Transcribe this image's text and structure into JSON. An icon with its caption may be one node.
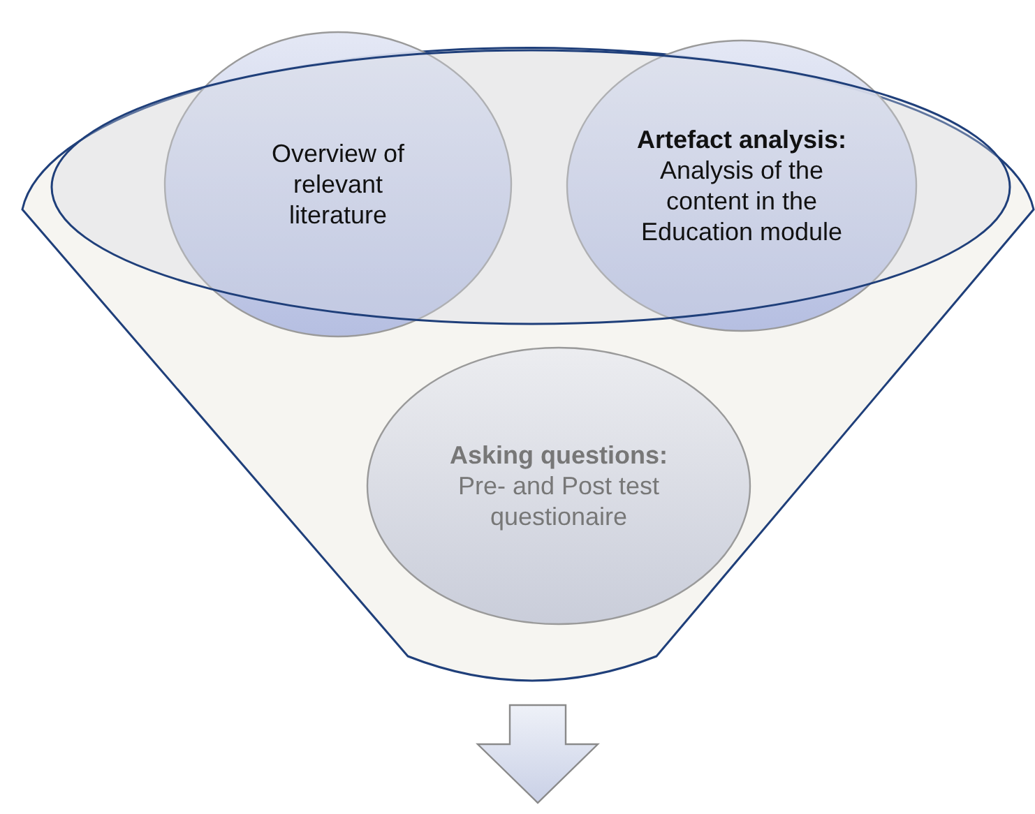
{
  "diagram": {
    "nodes": [
      {
        "text": [],
        "shape": "funnel"
      },
      {
        "text": [
          "Overview of relevant literature"
        ],
        "in": 0
      },
      {
        "text": [
          "**Artefact analysis:** Analysis of the content in the Education module"
        ],
        "in": 0
      },
      {
        "text": [
          "**Asking questions:** Pre- and Post test questionaire"
        ],
        "in": 0
      }
    ],
    "edges": []
  }
}
